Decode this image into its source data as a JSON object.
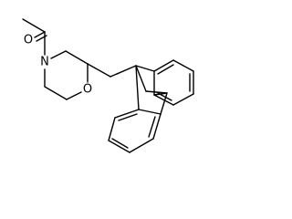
{
  "atoms": {
    "carbonyl_oxygen": "O",
    "amide_nitrogen": "N",
    "ring_oxygen": "O"
  },
  "colors": {
    "bond": "#000000",
    "background": "#ffffff"
  }
}
